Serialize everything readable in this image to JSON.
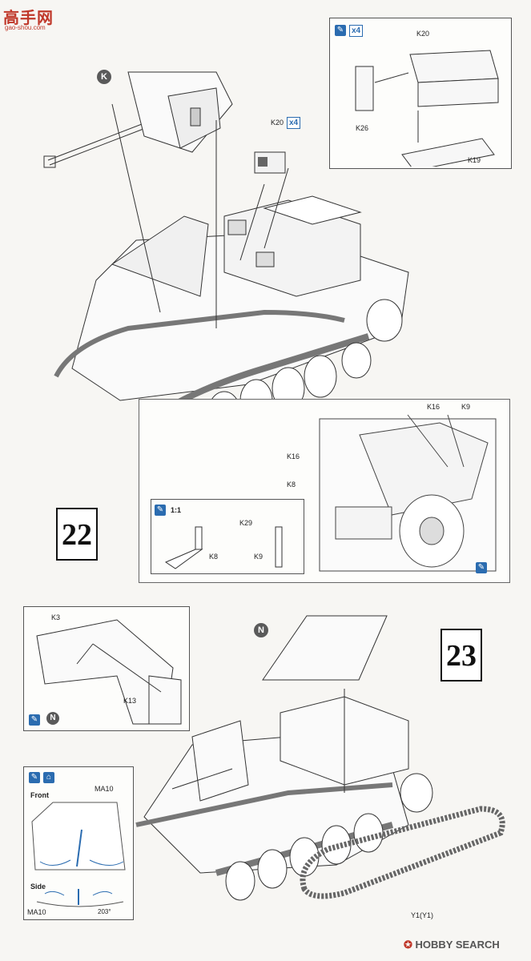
{
  "watermark_top": {
    "brand_cn": "高手网",
    "url": "gao-shou.com"
  },
  "step22": {
    "number": "22",
    "callout_K": "K",
    "K20_label": "K20",
    "K20_count": "x4",
    "inset_top": {
      "count": "x4",
      "K20": "K20",
      "K26": "K26",
      "K19": "K19"
    },
    "inset_detail": {
      "K16a": "K16",
      "K9": "K9",
      "K16b": "K16",
      "K8": "K8"
    },
    "inset_scale": {
      "scale": "1:1",
      "K29": "K29",
      "K8": "K8",
      "K9": "K9"
    }
  },
  "step23": {
    "number": "23",
    "callout_N": "N",
    "inset_left": {
      "K3": "K3",
      "K13": "K13",
      "N": "N"
    },
    "inset_bottom": {
      "front": "Front",
      "MA10_top": "MA10",
      "side": "Side",
      "MA10_bottom": "MA10",
      "angle": "203°"
    },
    "track": "Y1(Y1)"
  },
  "footer": {
    "brand": "HOBBY SEARCH"
  },
  "colors": {
    "accent_blue": "#2b6cb0",
    "brand_red": "#c0392b"
  }
}
